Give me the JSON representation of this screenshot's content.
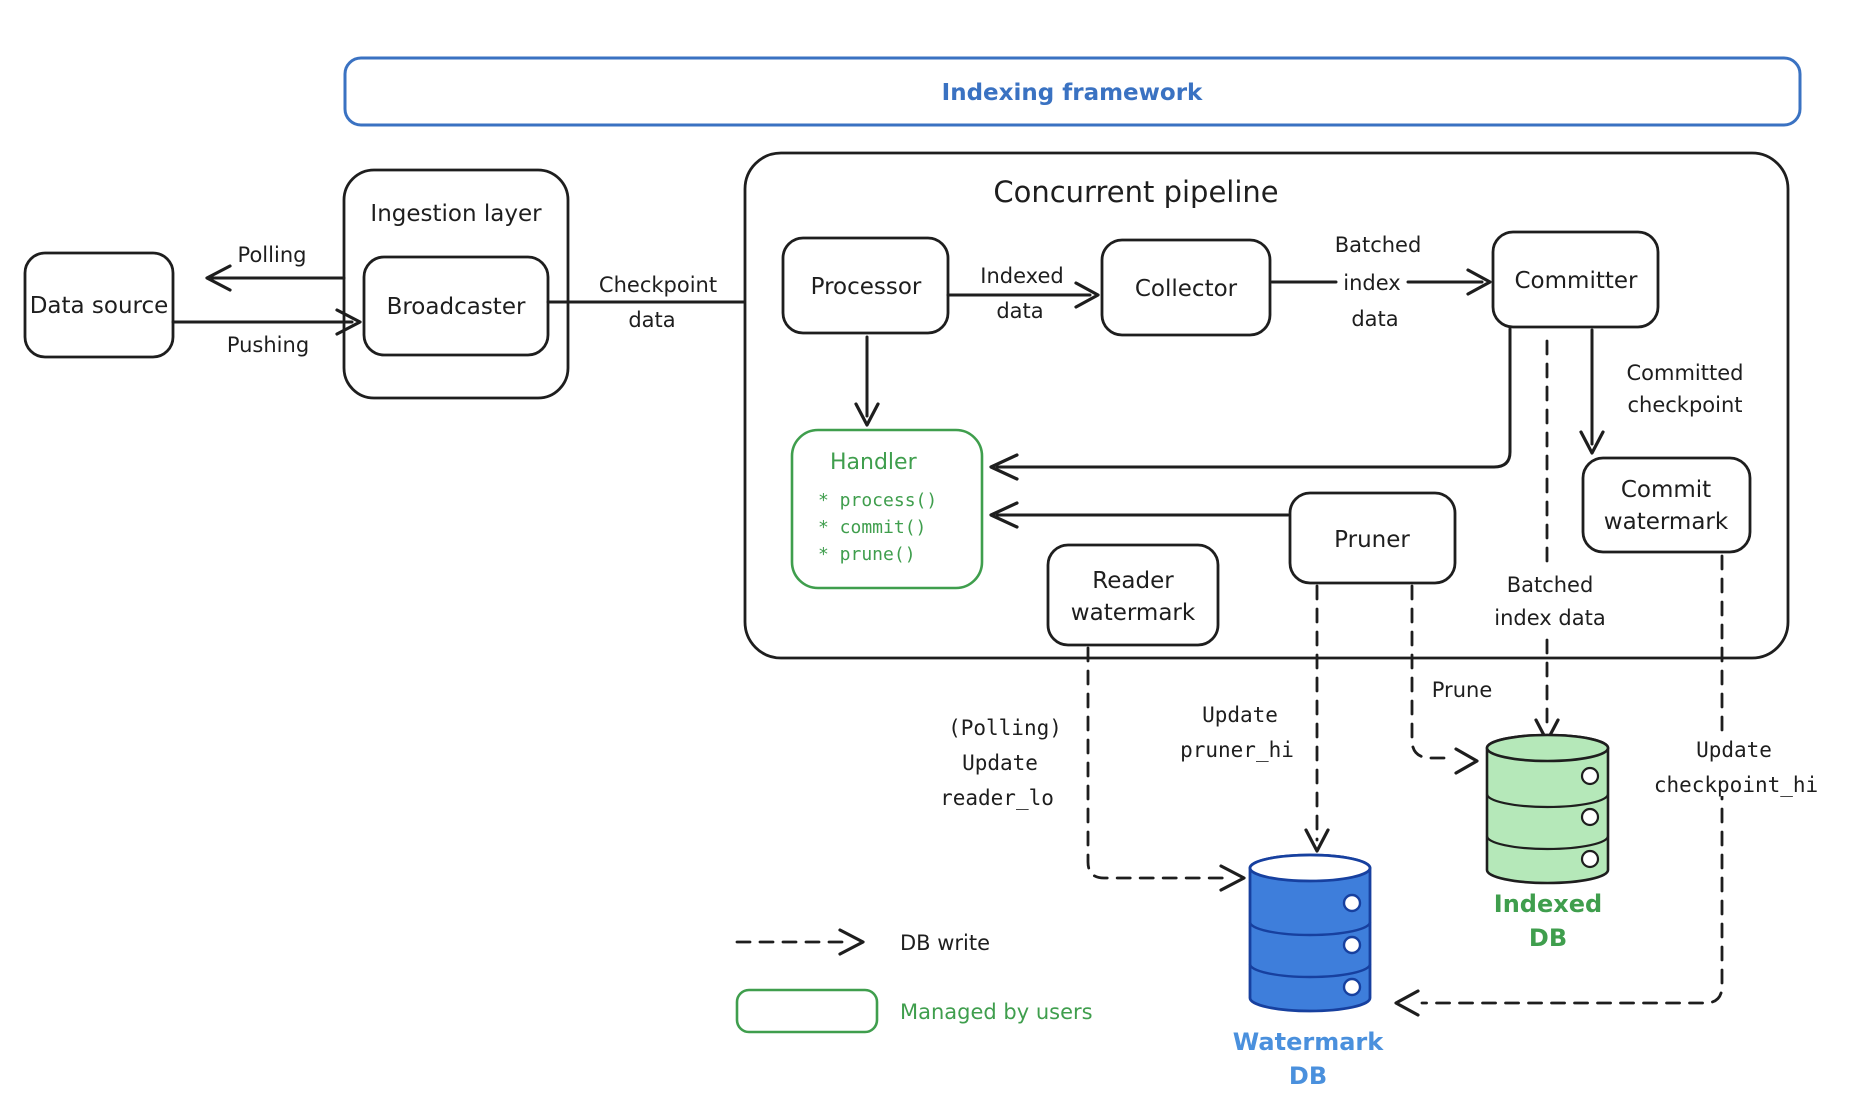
{
  "colors": {
    "ink": "#1e1e1e",
    "blue": "#3a72c2",
    "green": "#3f9e4d",
    "db_blue_fill": "#3e7edb",
    "db_blue_stroke": "#17409f",
    "db_blue_label": "#4a90dd",
    "db_green_fill": "#b5e8b9"
  },
  "frame": {
    "title": "Indexing framework"
  },
  "nodes": {
    "data_source": "Data source",
    "ingestion_layer": "Ingestion layer",
    "broadcaster": "Broadcaster",
    "pipeline_title": "Concurrent pipeline",
    "processor": "Processor",
    "collector": "Collector",
    "committer": "Committer",
    "handler_title": "Handler",
    "handler_methods": [
      "* process()",
      "* commit()",
      "* prune()"
    ],
    "pruner": "Pruner",
    "reader_watermark": [
      "Reader",
      "watermark"
    ],
    "commit_watermark": [
      "Commit",
      "watermark"
    ]
  },
  "edges": {
    "polling": "Polling",
    "pushing": "Pushing",
    "checkpoint_data": [
      "Checkpoint",
      "data"
    ],
    "indexed_data": [
      "Indexed",
      "data"
    ],
    "batched_index_data": [
      "Batched",
      "index",
      "data"
    ],
    "committed_checkpoint": [
      "Committed",
      "checkpoint"
    ],
    "batched_index_data_2": [
      "Batched",
      "index data"
    ],
    "prune": "Prune",
    "update_reader_lo": [
      "(Polling)",
      "Update",
      "reader_lo"
    ],
    "update_pruner_hi": [
      "Update",
      "pruner_hi"
    ],
    "update_checkpoint_hi": [
      "Update",
      "checkpoint_hi"
    ]
  },
  "databases": {
    "watermark_db": [
      "Watermark",
      "DB"
    ],
    "indexed_db": [
      "Indexed",
      "DB"
    ]
  },
  "legend": {
    "db_write": "DB write",
    "managed_by_users": "Managed by users"
  }
}
